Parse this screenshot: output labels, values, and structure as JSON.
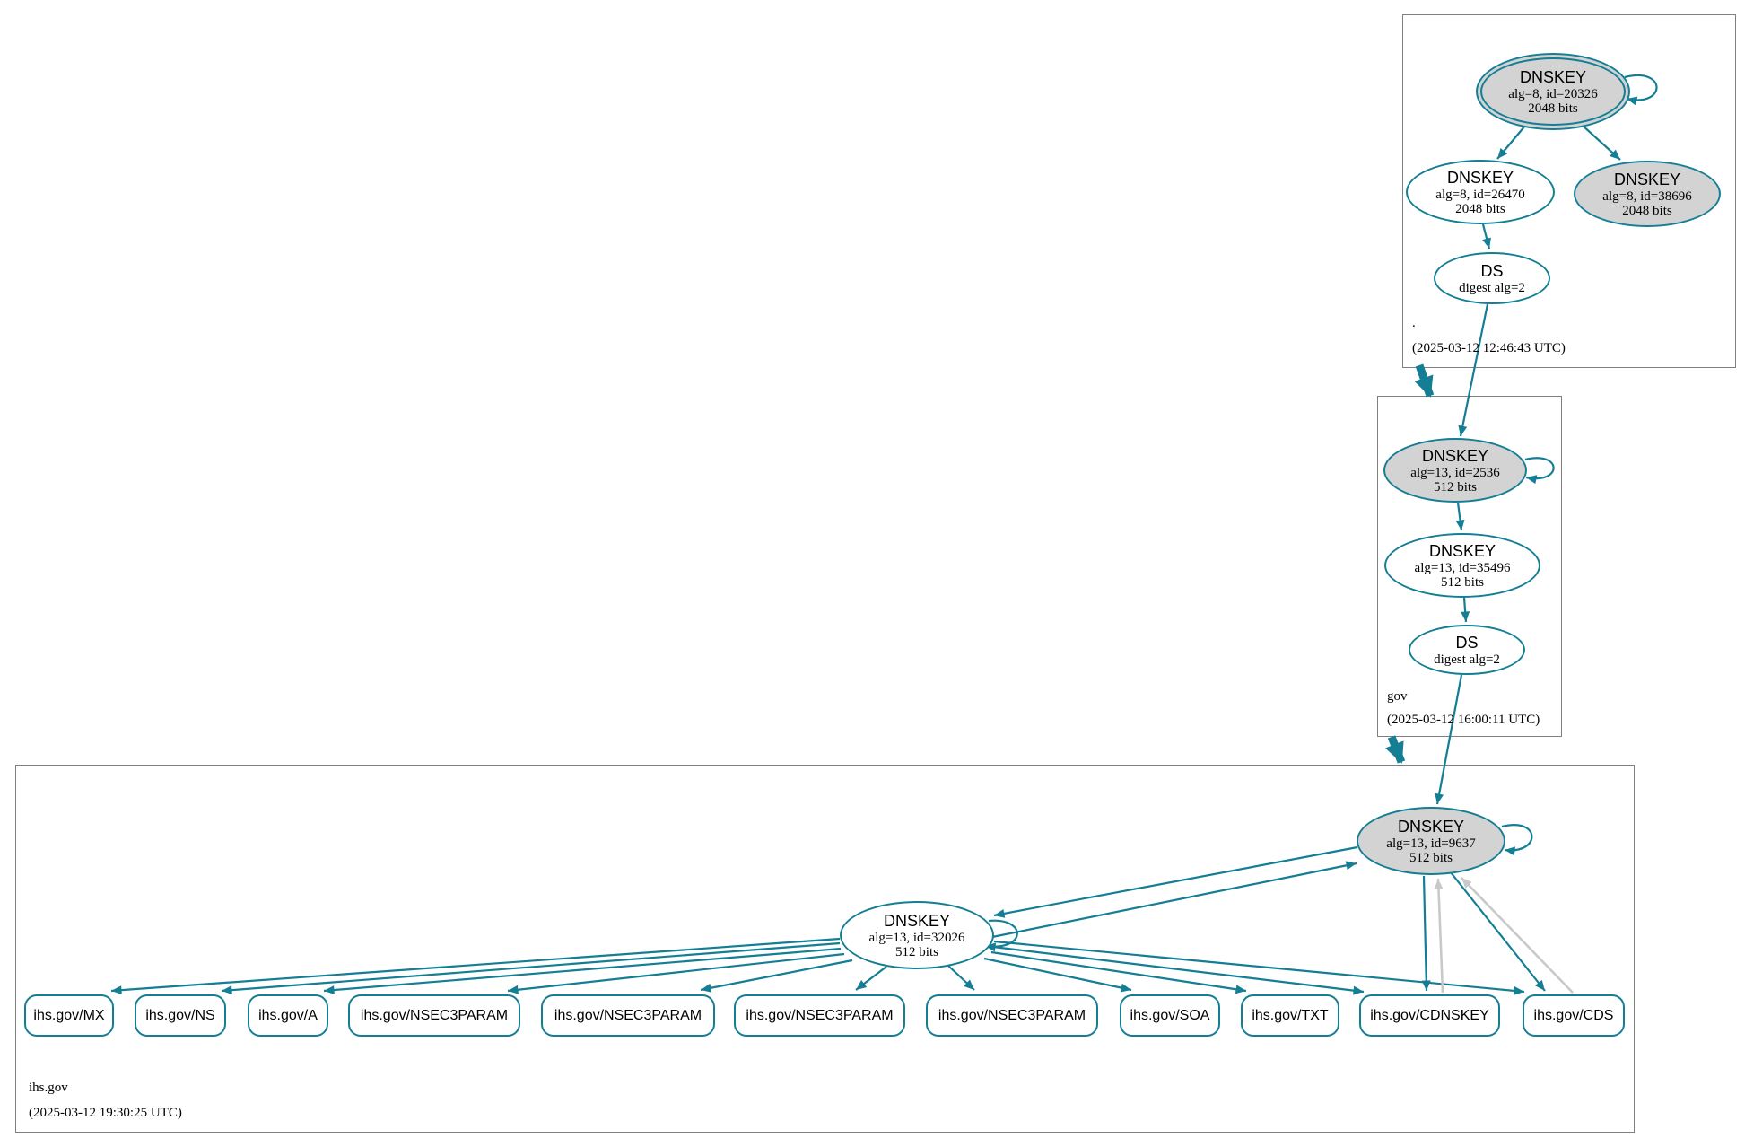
{
  "colors": {
    "teal": "#147e94",
    "node_fill_gray": "#d3d3d3",
    "gray_arrow": "#c9c9c9",
    "zone_border": "#808080"
  },
  "zones": {
    "root": {
      "name": ".",
      "timestamp": "(2025-03-12 12:46:43 UTC)",
      "ksk": {
        "title": "DNSKEY",
        "line1": "alg=8, id=20326",
        "line2": "2048 bits"
      },
      "zsk": {
        "title": "DNSKEY",
        "line1": "alg=8, id=26470",
        "line2": "2048 bits"
      },
      "ksk2": {
        "title": "DNSKEY",
        "line1": "alg=8, id=38696",
        "line2": "2048 bits"
      },
      "ds": {
        "title": "DS",
        "line1": "digest alg=2"
      }
    },
    "gov": {
      "name": "gov",
      "timestamp": "(2025-03-12 16:00:11 UTC)",
      "ksk": {
        "title": "DNSKEY",
        "line1": "alg=13, id=2536",
        "line2": "512 bits"
      },
      "zsk": {
        "title": "DNSKEY",
        "line1": "alg=13, id=35496",
        "line2": "512 bits"
      },
      "ds": {
        "title": "DS",
        "line1": "digest alg=2"
      }
    },
    "ihs": {
      "name": "ihs.gov",
      "timestamp": "(2025-03-12 19:30:25 UTC)",
      "ksk": {
        "title": "DNSKEY",
        "line1": "alg=13, id=9637",
        "line2": "512 bits"
      },
      "zsk": {
        "title": "DNSKEY",
        "line1": "alg=13, id=32026",
        "line2": "512 bits"
      },
      "rrsets": [
        {
          "label": "ihs.gov/MX"
        },
        {
          "label": "ihs.gov/NS"
        },
        {
          "label": "ihs.gov/A"
        },
        {
          "label": "ihs.gov/NSEC3PARAM"
        },
        {
          "label": "ihs.gov/NSEC3PARAM"
        },
        {
          "label": "ihs.gov/NSEC3PARAM"
        },
        {
          "label": "ihs.gov/NSEC3PARAM"
        },
        {
          "label": "ihs.gov/SOA"
        },
        {
          "label": "ihs.gov/TXT"
        },
        {
          "label": "ihs.gov/CDNSKEY"
        },
        {
          "label": "ihs.gov/CDS"
        }
      ]
    }
  }
}
